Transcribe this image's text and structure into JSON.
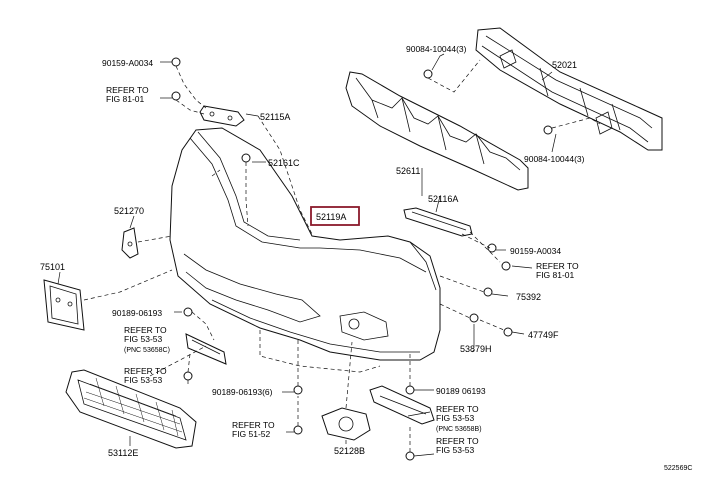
{
  "callouts": {
    "c1": "90159-A0034",
    "c2a": "REFER TO",
    "c2b": "FIG 81-01",
    "c3": "52115A",
    "c4": "52161C",
    "c5": "521270",
    "c6": "52119A",
    "c7": "75101",
    "c8": "90084-10044(3)",
    "c9": "52021",
    "c10": "52611",
    "c11": "90084-10044(3)",
    "c12": "52116A",
    "c13": "90159-A0034",
    "c14a": "REFER TO",
    "c14b": "FIG 81-01",
    "c15": "75392",
    "c16": "47749F",
    "c17": "53879H",
    "c18": "90189-06193",
    "c19a": "REFER TO",
    "c19b": "FIG 53-53",
    "c19c": "(PNC 53658C)",
    "c20a": "REFER TO",
    "c20b": "FIG 53-53",
    "c21": "90189-06193(6)",
    "c22a": "REFER TO",
    "c22b": "FIG 51-52",
    "c23": "53112E",
    "c24": "52128B",
    "c25": "90189 06193",
    "c26a": "REFER TO",
    "c26b": "FIG 53-53",
    "c26c": "(PNC 53658B)",
    "c27a": "REFER TO",
    "c27b": "FIG 53-53",
    "diagram_code": "522569C"
  },
  "colors": {
    "highlight_box": "#8b1a2b",
    "line": "#111111"
  }
}
